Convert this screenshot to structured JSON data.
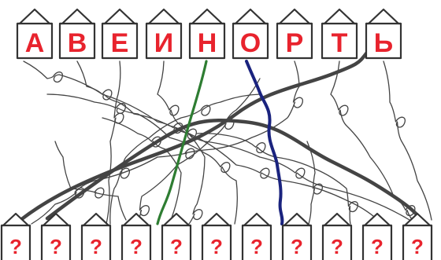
{
  "puzzle": {
    "top_letters": [
      "А",
      "В",
      "Е",
      "И",
      "Н",
      "О",
      "Р",
      "Т",
      "Ь"
    ],
    "bottom_labels": [
      "?",
      "?",
      "?",
      "?",
      "?",
      "?",
      "?",
      "?",
      "?",
      "?",
      "?"
    ],
    "colors": {
      "letter": "#e8232d",
      "house_outline": "#333333",
      "wire": "#444444",
      "green_wire": "#2e7d32",
      "blue_wire": "#1a237e"
    }
  }
}
